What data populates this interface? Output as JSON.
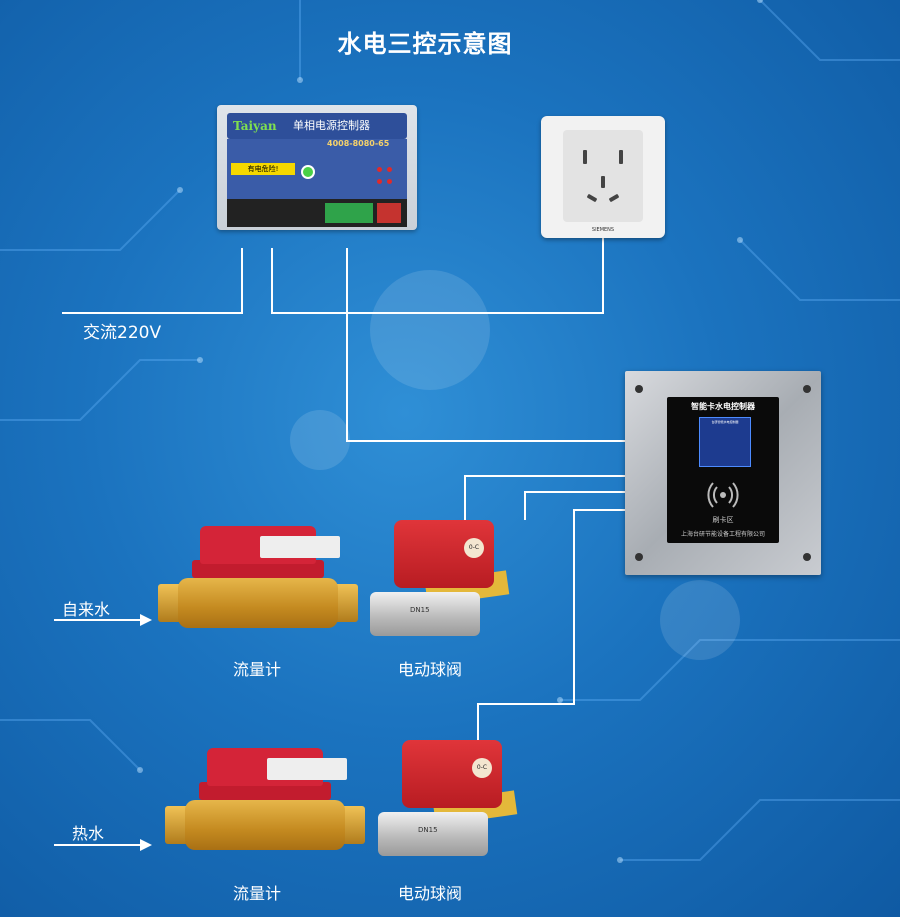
{
  "title": "水电三控示意图",
  "power_label": "交流220V",
  "controller": {
    "brand": "Taiyan",
    "name": "单相电源控制器",
    "phone": "4008-8080-65",
    "warning": "有电危险!"
  },
  "socket": {
    "brand": "SIEMENS"
  },
  "card_controller": {
    "title": "智能卡水电控制器",
    "lcd_title": "台研智能水电控制器",
    "swipe_label": "刷卡区",
    "company": "上海台研节能设备工程有限公司"
  },
  "rows": [
    {
      "input_label": "自来水",
      "meter_label": "流量计",
      "valve_label": "电动球阀"
    },
    {
      "input_label": "热水",
      "meter_label": "流量计",
      "valve_label": "电动球阀"
    }
  ],
  "colors": {
    "background": "#1b73bf",
    "wire": "#ffffff",
    "valve_red": "#d42438",
    "brass": "#d39a30"
  }
}
